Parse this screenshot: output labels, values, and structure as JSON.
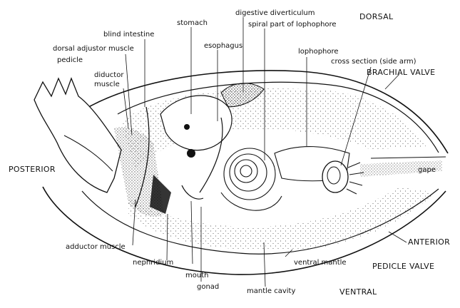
{
  "labels": {
    "dorsal": "DORSAL",
    "stomach": "stomach",
    "digestive_diverticulum": "digestive diverticulum",
    "blind_intestine": "blind intestine",
    "spiral_part_lophophore": "spiral part of lophophore",
    "dorsal_adjustor_muscle": "dorsal adjustor muscle",
    "esophagus": "esophagus",
    "lophophore": "lophophore",
    "pedicle": "pedicle",
    "cross_section": "cross section (side arm)",
    "diductor_muscle": "diductor\nmuscle",
    "brachial_valve": "BRACHIAL VALVE",
    "posterior": "POSTERIOR",
    "gape": "gape",
    "anterior": "ANTERIOR",
    "adductor_muscle": "adductor muscle",
    "nephridium": "nephridium",
    "pedicle_valve": "PEDICLE VALVE",
    "ventral_mantle": "ventral mantle",
    "mouth": "mouth",
    "gonad": "gonad",
    "mantle_cavity": "mantle cavity",
    "ventral": "VENTRAL"
  }
}
